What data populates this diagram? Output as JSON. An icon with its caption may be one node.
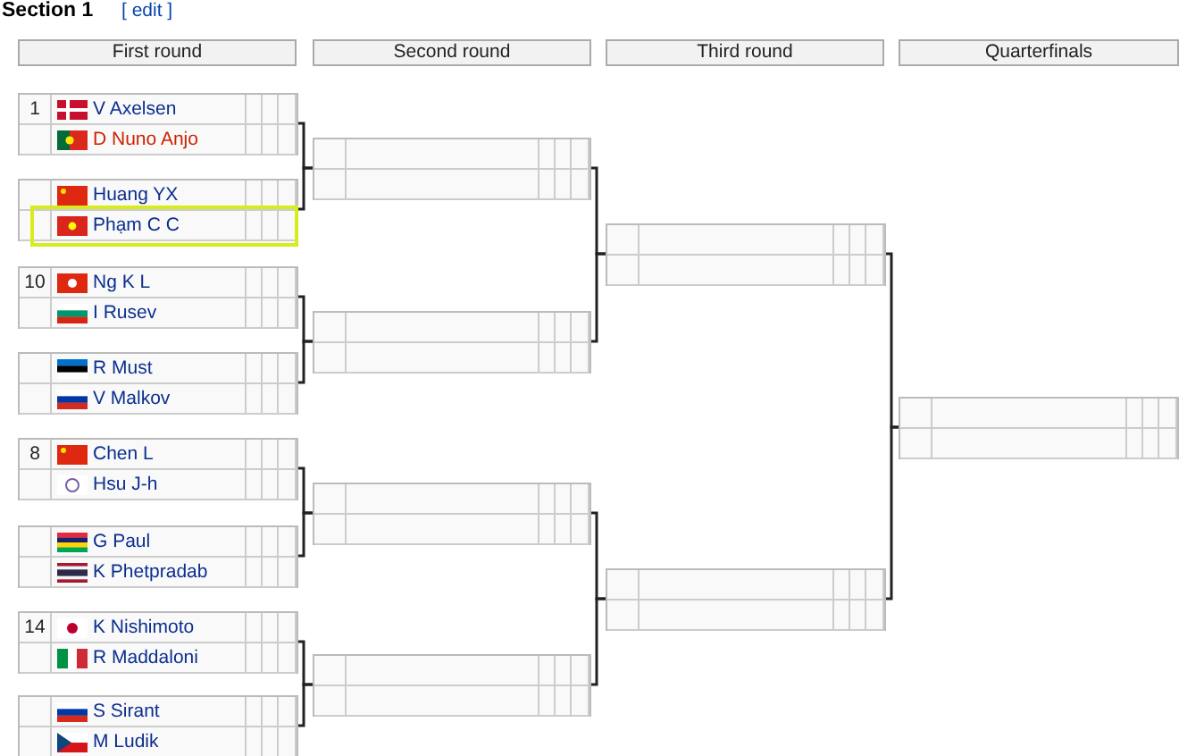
{
  "diagram": {
    "title": "Section 1",
    "nodes": [
      {
        "text": [
          "1",
          "V Axelsen",
          "D Nuno Anjo"
        ]
      },
      {
        "text": [
          "Huang YX",
          "Phạm C C"
        ]
      },
      {
        "text": [
          "10",
          "Ng K L",
          "I Rusev"
        ]
      },
      {
        "text": [
          "R Must",
          "V Malkov"
        ]
      },
      {
        "text": [
          "8",
          "Chen L",
          "Hsu J-h"
        ]
      },
      {
        "text": [
          "G Paul",
          "K Phetpradab"
        ]
      },
      {
        "text": [
          "14",
          "K Nishimoto",
          "R Maddaloni"
        ]
      },
      {
        "text": [
          "S Sirant",
          "M Ludik"
        ]
      },
      {
        "text": [],
        "shape": "box"
      },
      {
        "text": [],
        "shape": "box"
      },
      {
        "text": [],
        "shape": "box"
      },
      {
        "text": [],
        "shape": "box"
      },
      {
        "text": [],
        "shape": "box"
      },
      {
        "text": [],
        "shape": "box"
      },
      {
        "text": [],
        "shape": "box"
      }
    ],
    "edges": [
      {
        "from": 0,
        "to": 8,
        "arrow": "none"
      },
      {
        "from": 1,
        "to": 8,
        "arrow": "none"
      },
      {
        "from": 2,
        "to": 9,
        "arrow": "none"
      },
      {
        "from": 3,
        "to": 9,
        "arrow": "none"
      },
      {
        "from": 4,
        "to": 10,
        "arrow": "none"
      },
      {
        "from": 5,
        "to": 10,
        "arrow": "none"
      },
      {
        "from": 6,
        "to": 11,
        "arrow": "none"
      },
      {
        "from": 7,
        "to": 11,
        "arrow": "none"
      },
      {
        "from": 8,
        "to": 12,
        "arrow": "none"
      },
      {
        "from": 9,
        "to": 12,
        "arrow": "none"
      },
      {
        "from": 10,
        "to": 13,
        "arrow": "none"
      },
      {
        "from": 11,
        "to": 13,
        "arrow": "none"
      },
      {
        "from": 12,
        "to": 14,
        "arrow": "none"
      },
      {
        "from": 13,
        "to": 14,
        "arrow": "none"
      }
    ],
    "labels": [
      "[ edit ]",
      "First round",
      "Second round",
      "Third round",
      "Quarterfinals"
    ]
  }
}
